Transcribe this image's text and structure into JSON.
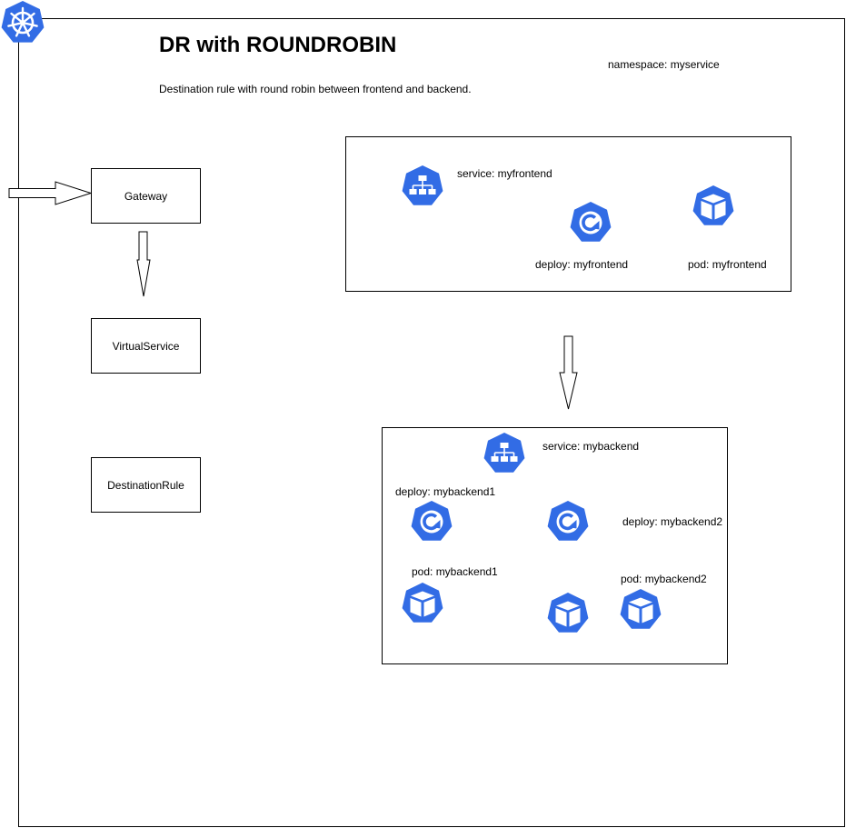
{
  "header": {
    "title": "DR with ROUNDROBIN",
    "namespace": "namespace: myservice",
    "description": "Destination rule with round robin between frontend and backend."
  },
  "istio": {
    "gateway": "Gateway",
    "virtual_service": "VirtualService",
    "destination_rule": "DestinationRule"
  },
  "frontend": {
    "service": "service: myfrontend",
    "deploy": "deploy: myfrontend",
    "pod": "pod: myfrontend"
  },
  "backend": {
    "service": "service: mybackend",
    "deploy1": "deploy: mybackend1",
    "deploy2": "deploy: mybackend2",
    "pod1": "pod: mybackend1",
    "pod2": "pod: mybackend2"
  },
  "colors": {
    "k8s_blue": "#326CE5",
    "line": "#000000"
  },
  "icons": [
    "kubernetes-logo-icon",
    "service-icon",
    "deploy-icon",
    "pod-icon"
  ]
}
